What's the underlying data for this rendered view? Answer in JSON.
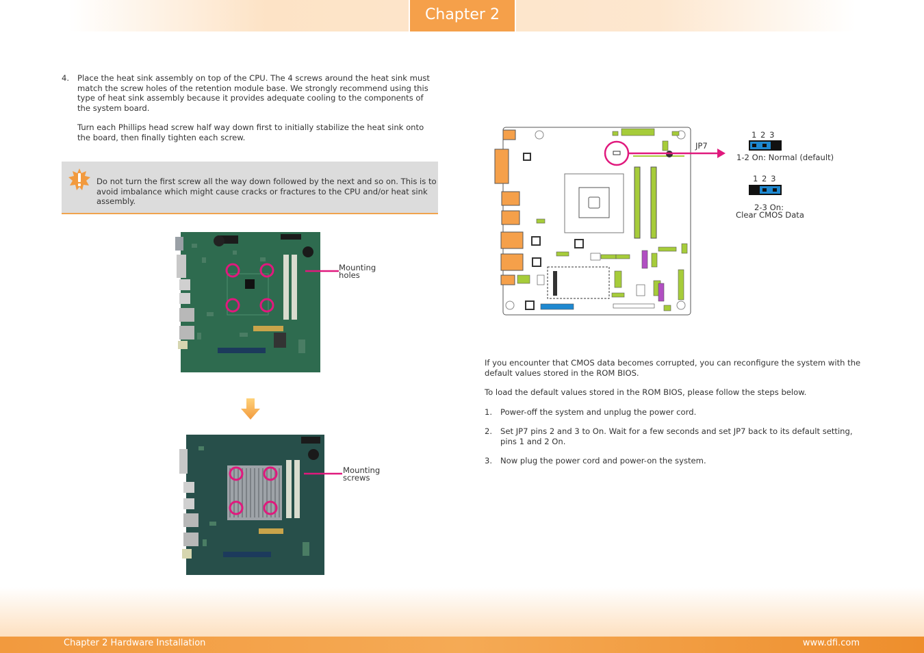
{
  "header": {
    "chapter_label": "Chapter 2"
  },
  "step4": {
    "number": "4.",
    "para1": "Place the heat sink assembly on top of the CPU. The 4 screws around the heat sink must match the screw holes of the retention module base. We strongly recommend using this type of heat sink assembly because it provides adequate cooling to the components of the system board.",
    "para2": "Turn each Phillips head screw half way down first to initially stabilize the heat sink onto the board, then finally tighten each screw."
  },
  "caution": {
    "text": "Do not turn the first screw all the way down followed by the next and so on. This is to avoid imbalance which might cause cracks or fractures to the CPU and/or heat sink assembly."
  },
  "figure_holes": {
    "label_line1": "Mounting",
    "label_line2": "holes"
  },
  "figure_screws": {
    "label_line1": "Mounting",
    "label_line2": "screws"
  },
  "jumper": {
    "name": "JP7",
    "setting1": {
      "pins": "1  2  3",
      "caption": "1-2 On: Normal (default)"
    },
    "setting2": {
      "pins": "1  2  3",
      "caption_line1": "2-3 On:",
      "caption_line2": "Clear CMOS Data"
    }
  },
  "instructions": {
    "intro": "If you encounter that CMOS data becomes corrupted, you can reconfigure the system with the default values stored in the ROM BIOS.",
    "lead": "To load the default values stored in the ROM BIOS, please follow the steps below.",
    "steps": [
      {
        "num": "1.",
        "text": "Power-off the system and unplug the power cord."
      },
      {
        "num": "2.",
        "text": "Set JP7 pins 2 and 3 to On. Wait for a few seconds and set JP7 back to its default setting, pins 1 and 2 On."
      },
      {
        "num": "3.",
        "text": "Now plug the power cord and power-on the system."
      }
    ]
  },
  "footer": {
    "left": "Chapter 2 Hardware Installation",
    "right": "www.dfi.com"
  },
  "colors": {
    "accent_orange": "#f5a04a",
    "callout_magenta": "#e0197d",
    "jumper_blue": "#1e88d0",
    "pcb_green": "#2e6b4f",
    "slot_green": "#a6cc3a"
  }
}
